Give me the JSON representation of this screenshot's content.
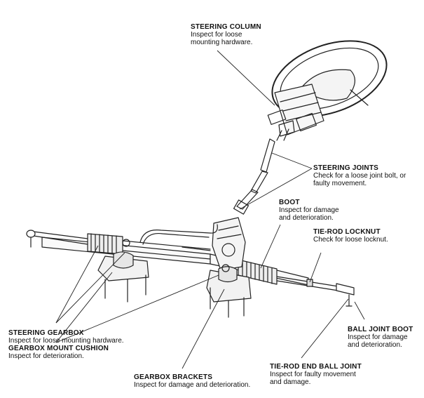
{
  "labels": {
    "steering_column": {
      "title": "STEERING COLUMN",
      "desc": "Inspect for loose\nmounting hardware."
    },
    "steering_joints": {
      "title": "STEERING JOINTS",
      "desc": "Check for a loose joint bolt, or\nfaulty movement."
    },
    "boot": {
      "title": "BOOT",
      "desc": "Inspect for damage\nand deterioration."
    },
    "tie_rod_locknut": {
      "title": "TIE-ROD LOCKNUT",
      "desc": "Check for loose locknut."
    },
    "steering_gearbox": {
      "title": "STEERING GEARBOX",
      "desc": "Inspect for loose mounting hardware."
    },
    "gearbox_mount_cushion": {
      "title": "GEARBOX MOUNT CUSHION",
      "desc": "Inspect for deterioration."
    },
    "ball_joint_boot": {
      "title": "BALL JOINT BOOT",
      "desc": "Inspect for damage\nand deterioration."
    },
    "tie_rod_end_ball_joint": {
      "title": "TIE-ROD END BALL JOINT",
      "desc": "Inspect for faulty movement\nand damage."
    },
    "gearbox_brackets": {
      "title": "GEARBOX BRACKETS",
      "desc": "Inspect for damage and deterioration."
    }
  }
}
